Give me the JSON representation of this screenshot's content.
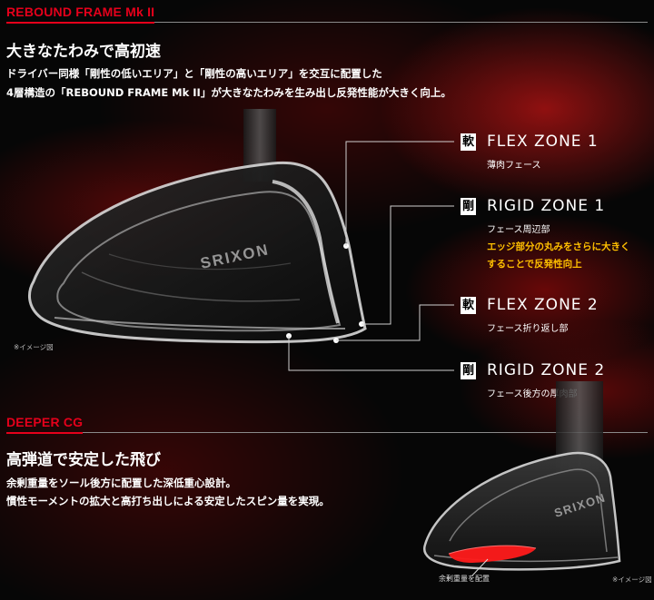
{
  "section1": {
    "label": "REBOUND FRAME Mk II",
    "heading": "大きなたわみで高初速",
    "body_line1": "ドライバー同様「剛性の低いエリア」と「剛性の高いエリア」を交互に配置した",
    "body_line2": "4層構造の「REBOUND FRAME Mk II」が大きなたわみを生み出し反発性能が大きく向上。",
    "image_note": "※イメージ図",
    "club_logo": "SRIXON"
  },
  "zones": [
    {
      "kanji": "軟",
      "title": "FLEX ZONE 1",
      "sub": "薄肉フェース"
    },
    {
      "kanji": "剛",
      "title": "RIGID ZONE 1",
      "sub": "フェース周辺部",
      "highlight_line1": "エッジ部分の丸みをさらに大きく",
      "highlight_line2": "することで反発性向上"
    },
    {
      "kanji": "軟",
      "title": "FLEX ZONE 2",
      "sub": "フェース折り返し部"
    },
    {
      "kanji": "剛",
      "title": "RIGID ZONE 2",
      "sub": "フェース後方の厚肉部"
    }
  ],
  "section2": {
    "label": "DEEPER CG",
    "heading": "高弾道で安定した飛び",
    "body_line1": "余剰重量をソール後方に配置した深低重心設計。",
    "body_line2": "慣性モーメントの拡大と高打ち出しによる安定したスピン量を実現。",
    "weight_caption": "余剰重量を配置",
    "image_note": "※イメージ図",
    "club_logo": "SRIXON"
  },
  "colors": {
    "accent_red": "#e5001b",
    "highlight_yellow": "#ffc000",
    "weight_red": "#ff1a1a"
  }
}
